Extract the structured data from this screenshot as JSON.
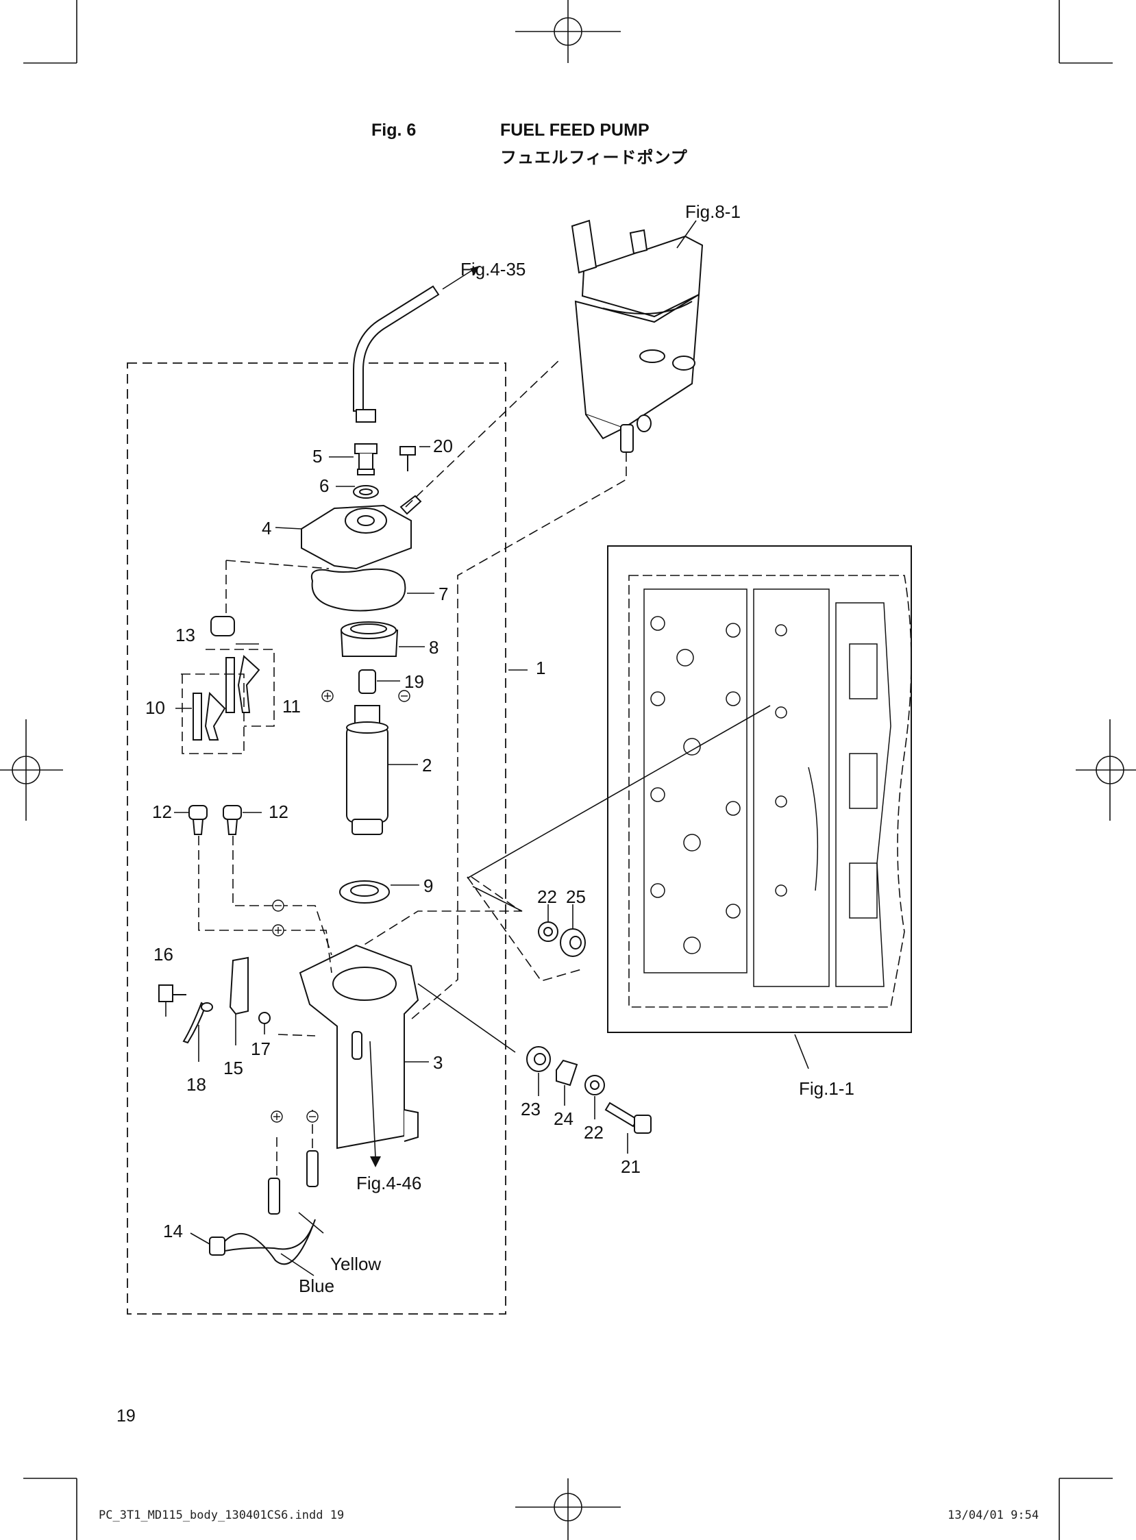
{
  "header": {
    "fig_number": "Fig. 6",
    "title": "FUEL FEED PUMP",
    "subtitle": "フュエルフィードポンプ"
  },
  "references": {
    "fig_8_1": "Fig.8-1",
    "fig_4_35": "Fig.4-35",
    "fig_4_46": "Fig.4-46",
    "fig_1_1": "Fig.1-1"
  },
  "callouts": {
    "c1": "1",
    "c2": "2",
    "c3": "3",
    "c4": "4",
    "c5": "5",
    "c6": "6",
    "c7": "7",
    "c8": "8",
    "c9": "9",
    "c10": "10",
    "c11": "11",
    "c12a": "12",
    "c12b": "12",
    "c13": "13",
    "c14": "14",
    "c15": "15",
    "c16": "16",
    "c17": "17",
    "c18": "18",
    "c19": "19",
    "c20": "20",
    "c21": "21",
    "c22a": "22",
    "c22b": "22",
    "c23": "23",
    "c24": "24",
    "c25": "25"
  },
  "wire_labels": {
    "yellow": "Yellow",
    "blue": "Blue"
  },
  "footer": {
    "page_number": "19",
    "file_slug": "PC_3T1_MD115_body_130401CS6.indd  19",
    "timestamp": "13/04/01  9:54"
  }
}
